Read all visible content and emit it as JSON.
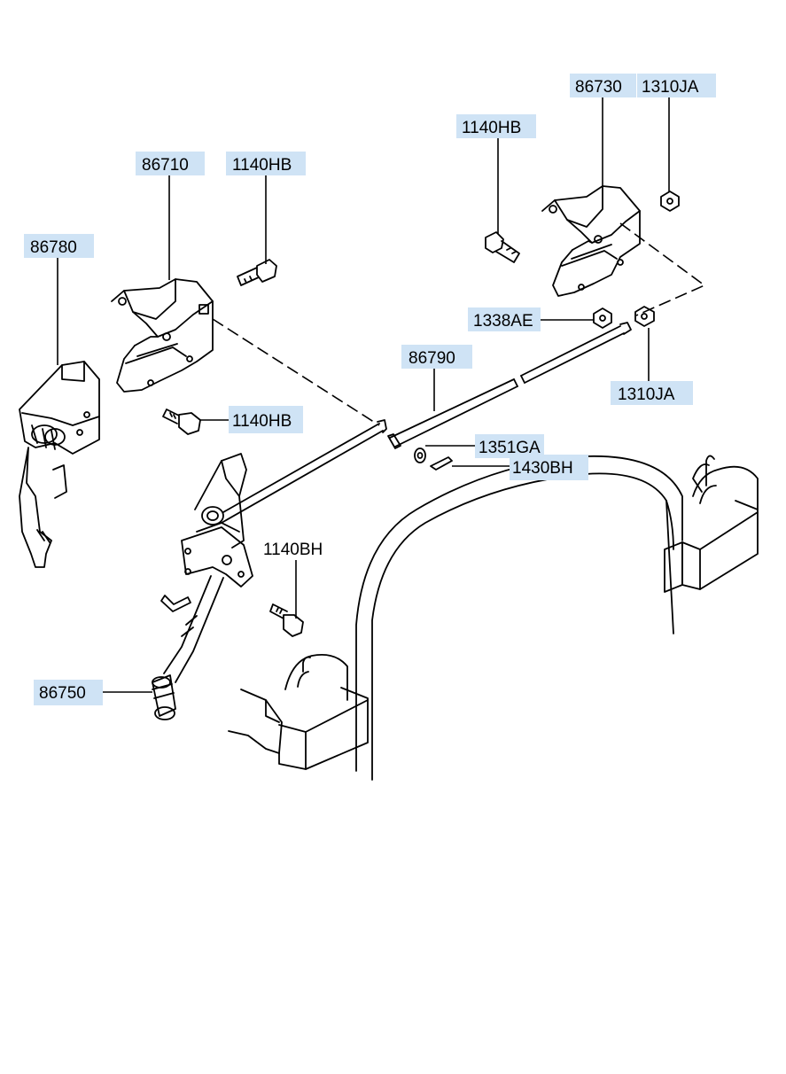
{
  "label_bg_color": "#cfe3f5",
  "callouts": {
    "c86730": "86730",
    "c1310ja_top": "1310JA",
    "c1140hb_right": "1140HB",
    "c86710": "86710",
    "c1140hb_top": "1140HB",
    "c86780": "86780",
    "c1338ae": "1338AE",
    "c86790": "86790",
    "c1310ja_bottom": "1310JA",
    "c1140hb_mid": "1140HB",
    "c1351ga": "1351GA",
    "c1430bh": "1430BH",
    "c1140bh": "1140BH",
    "c86750": "86750"
  }
}
